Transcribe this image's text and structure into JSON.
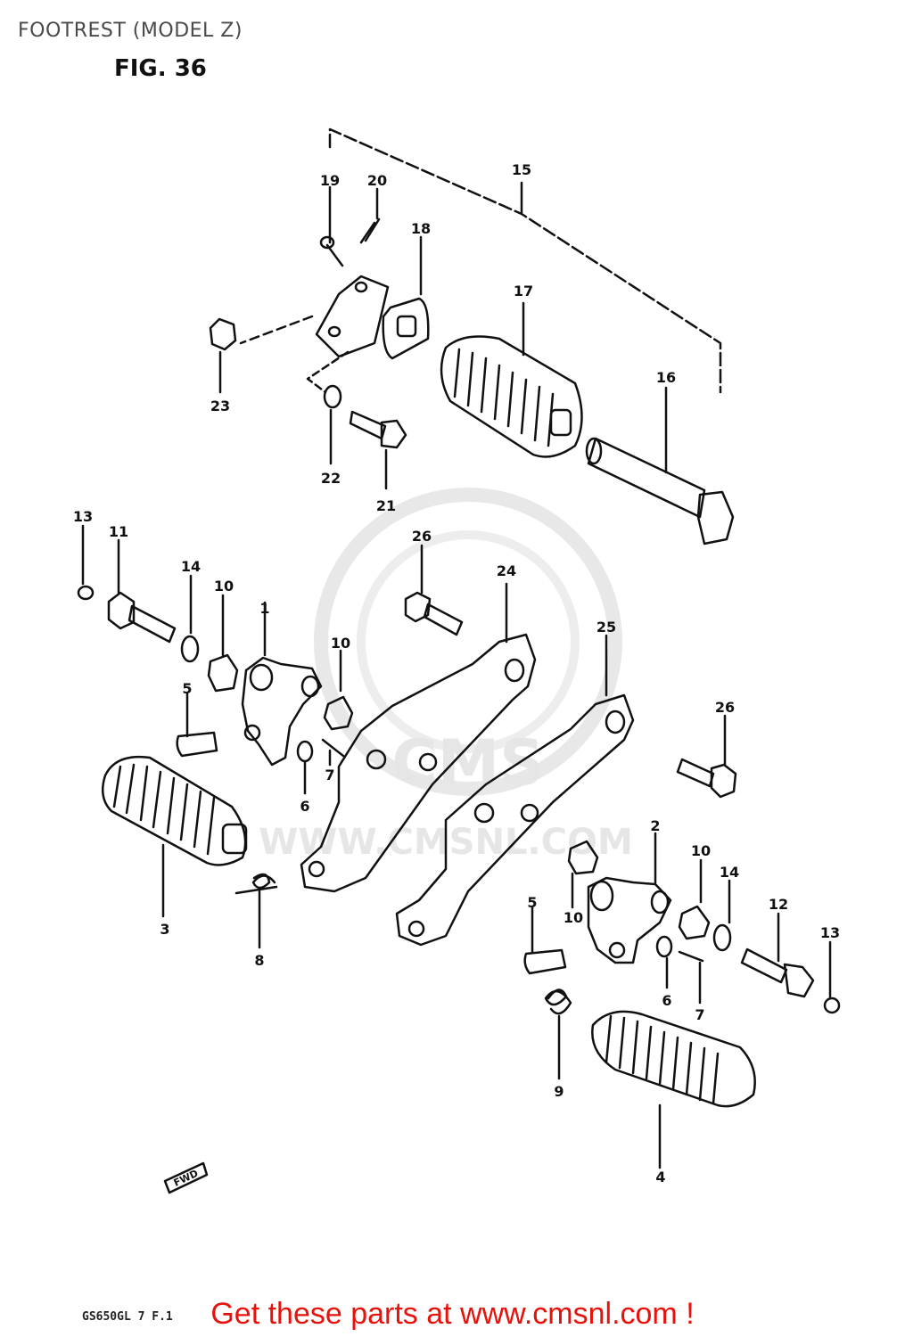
{
  "header": {
    "title": "FOOTREST (MODEL Z)",
    "figure": "FIG. 36"
  },
  "watermark": {
    "brand": "CMS",
    "url": "WWW.CMSNL.COM"
  },
  "callouts": [
    "1",
    "2",
    "3",
    "4",
    "5",
    "5",
    "6",
    "6",
    "7",
    "7",
    "8",
    "9",
    "10",
    "10",
    "10",
    "10",
    "11",
    "12",
    "13",
    "13",
    "14",
    "14",
    "15",
    "16",
    "17",
    "18",
    "19",
    "20",
    "21",
    "22",
    "23",
    "24",
    "25",
    "26",
    "26"
  ],
  "direction_marker": "FWD",
  "footer": {
    "model_code": "GS650GL 7 F.1",
    "promo": "Get these parts at www.cmsnl.com !"
  },
  "colors": {
    "line": "#111111",
    "watermark": "#e4e4e4",
    "promo": "#e8120c"
  }
}
